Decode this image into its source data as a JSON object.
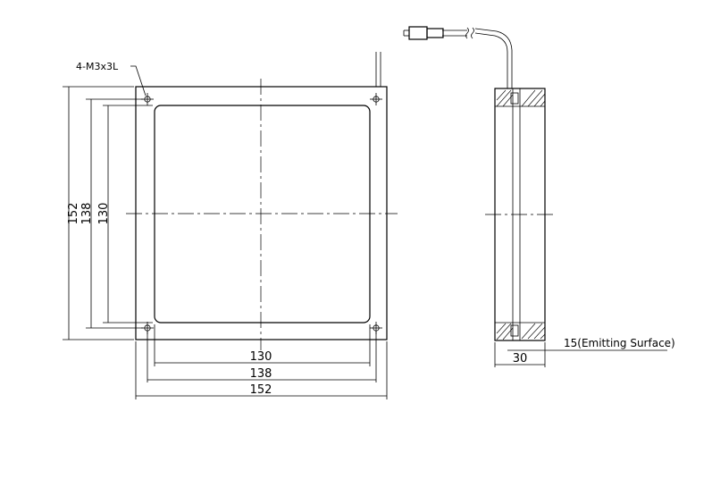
{
  "front_view": {
    "hole_callout": "4-M3x3L",
    "dim_width_outer": "152",
    "dim_width_mid": "138",
    "dim_width_inner": "130",
    "dim_height_outer": "152",
    "dim_height_mid": "138",
    "dim_height_inner": "130"
  },
  "side_view": {
    "dim_depth": "30",
    "emitting_label": "15(Emitting Surface)"
  }
}
